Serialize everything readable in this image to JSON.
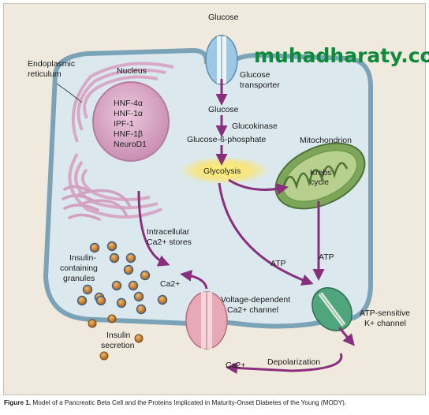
{
  "labels": {
    "glucose_top": "Glucose",
    "glucose_transporter_1": "Glucose",
    "glucose_transporter_2": "transporter",
    "glucose_inner": "Glucose",
    "glucokinase": "Glucokinase",
    "g6p": "Glucose-6-phosphate",
    "glycolysis": "Glycolysis",
    "mitochondrion": "Mitochondrion",
    "krebs_1": "Krebs",
    "krebs_2": "cycle",
    "er_1": "Endoplasmic",
    "er_2": "reticulum",
    "nucleus": "Nucleus",
    "ca_stores_1": "Intracellular",
    "ca_stores_2": "Ca2+ stores",
    "insulin_granules_1": "Insulin-",
    "insulin_granules_2": "containing",
    "insulin_granules_3": "granules",
    "ca_inner": "Ca2+",
    "atp_left": "ATP",
    "atp_right": "ATP",
    "vdcc_1": "Voltage-dependent",
    "vdcc_2": "Ca2+ channel",
    "katp_1": "ATP-sensitive",
    "katp_2": "K+ channel",
    "insulin_secretion_1": "Insulin",
    "insulin_secretion_2": "secretion",
    "depolarization": "Depolarization",
    "ca_outer": "Ca2+"
  },
  "nucleus_factors": [
    "HNF-4α",
    "HNF-1α",
    "IPF-1",
    "HNF-1β",
    "NeuroD1"
  ],
  "watermark": "muhadharaty.com",
  "caption": {
    "figure_num": "Figure 1.",
    "text": " Model of a Pancreatic Beta Cell and the Proteins Implicated in Maturity-Onset Diabetes of the Young (MODY)."
  },
  "colors": {
    "cell_fill": "#dbe9ef",
    "cell_border": "#7aa3b8",
    "arrow": "#8a2e7e",
    "nucleus": "#d9a8c8",
    "mitochondrion": "#7ea65a",
    "granule": "#d98a2c",
    "katp_channel": "#4fa57c",
    "vdcc_channel": "#e8a9b6",
    "transporter": "#9cc8e6"
  }
}
